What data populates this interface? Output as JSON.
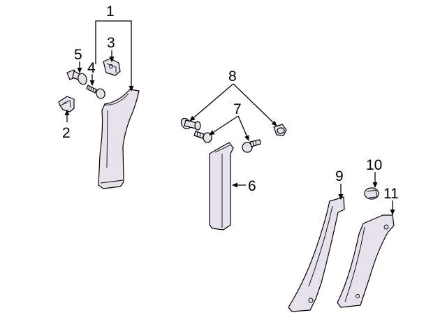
{
  "callouts": {
    "c1": "1",
    "c2": "2",
    "c3": "3",
    "c4": "4",
    "c5": "5",
    "c6": "6",
    "c7": "7",
    "c8": "8",
    "c9": "9",
    "c10": "10",
    "c11": "11"
  },
  "colors": {
    "part_fill": "#e6e1ea",
    "line": "#000000",
    "background": "#ffffff"
  }
}
